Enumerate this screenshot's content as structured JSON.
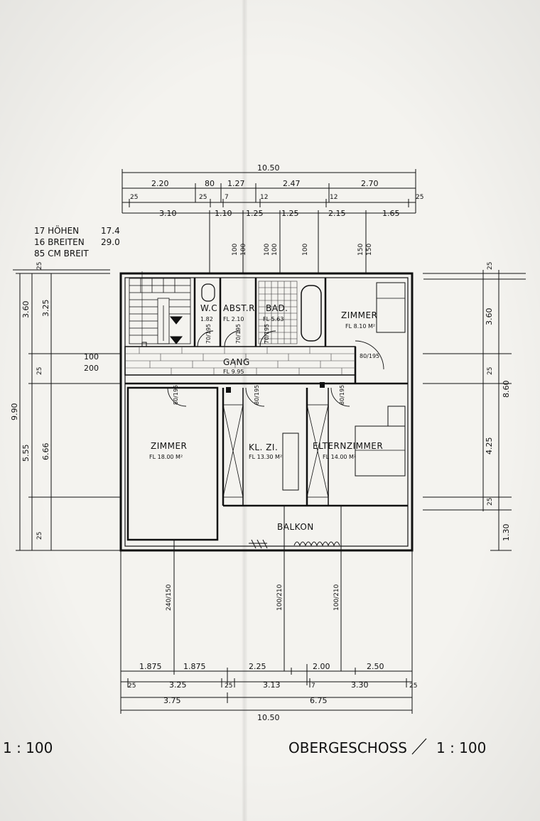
{
  "stair_note": {
    "line1": "17 HÖHEN",
    "line1_value": "17.4",
    "line2": "16 BREITEN",
    "line2_value": "29.0",
    "line3": "85 CM BREIT"
  },
  "rooms": {
    "wc": "W.C",
    "wc_area": "1.82",
    "abstr": "ABST.R.",
    "abstr_area": "FL 2.10",
    "bad": "BAD.",
    "bad_area": "FL 5.63",
    "zimmer_ne": "ZIMMER",
    "zimmer_ne_area": "FL 8.10 M²",
    "gang": "GANG",
    "gang_area": "FL 9.95",
    "zimmer_large": "ZIMMER",
    "zimmer_large_area": "FL 18.00 M²",
    "kl_zi": "KL. ZI.",
    "kl_zi_area": "FL 13.30 M²",
    "eltern": "ELTERNZIMMER",
    "eltern_area": "FL 14.00 M²",
    "balkon": "BALKON"
  },
  "dimensions": {
    "top_total": "10.50",
    "top_row1": [
      "2.20",
      "80",
      "1.27",
      "2.47",
      "2.70"
    ],
    "top_row2": [
      "25",
      "25",
      "7",
      "12",
      "12",
      "25"
    ],
    "top_row3": [
      "3.10",
      "1.10",
      "1.25",
      "1.25",
      "2.15",
      "1.65"
    ],
    "openings_top": [
      "100",
      "100",
      "100",
      "100",
      "100",
      "150",
      "150"
    ],
    "door_labels": [
      "70/195",
      "70/195",
      "70/195",
      "80/195",
      "80/195",
      "80/195",
      "80/195"
    ],
    "gang_door": "100",
    "gang_door2": "200",
    "left_outer": "9.90",
    "left_a": "3.60",
    "left_b": "3.25",
    "left_c": "5.55",
    "left_d": "6.66",
    "left_25": [
      "25",
      "25",
      "25"
    ],
    "right_outer": "8.60",
    "right_a": "3.60",
    "right_b": "4.25",
    "right_c": "1.30",
    "right_25": [
      "25",
      "25",
      "25"
    ],
    "bottom_openings": [
      "240/150",
      "100/210",
      "100/210"
    ],
    "bottom_row1": [
      "1.875",
      "1.875",
      "2.25",
      "2.00",
      "2.50"
    ],
    "bottom_row2": [
      "25",
      "3.25",
      "25",
      "3.13",
      "7",
      "3.30",
      "25"
    ],
    "bottom_row3": [
      "3.75",
      "6.75"
    ],
    "bottom_total": "10.50"
  },
  "footer": {
    "scale_left": "1 : 100",
    "title": "OBERGESCHOSS",
    "scale_right": "1 : 100"
  },
  "colors": {
    "ink": "#111111",
    "paper": "#f4f3ef",
    "grid": "#6b6b6b"
  }
}
